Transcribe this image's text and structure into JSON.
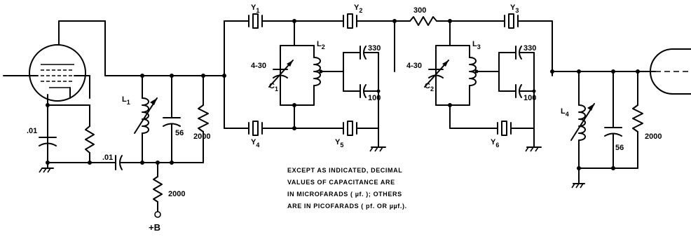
{
  "labels": {
    "y1": "Y",
    "y1_sub": "1",
    "y2": "Y",
    "y2_sub": "2",
    "y3": "Y",
    "y3_sub": "3",
    "y4": "Y",
    "y4_sub": "4",
    "y5": "Y",
    "y5_sub": "5",
    "y6": "Y",
    "y6_sub": "6",
    "l1": "L",
    "l1_sub": "1",
    "l2": "L",
    "l2_sub": "2",
    "l3": "L",
    "l3_sub": "3",
    "l4": "L",
    "l4_sub": "4",
    "c1": "C",
    "c1_sub": "1",
    "c2": "C",
    "c2_sub": "2",
    "r_series": "300",
    "trim1": "4-30",
    "trim2": "4-30",
    "cap330_1": "330",
    "cap100_1": "100",
    "cap330_2": "330",
    "cap100_2": "100",
    "cap01_left": ".01",
    "cap01_mid": ".01",
    "cap56_in": "56",
    "cap56_out": "56",
    "r2000_in": "2000",
    "r2000_b": "2000",
    "r2000_out": "2000",
    "supply": "+B"
  },
  "note_lines": [
    "EXCEPT AS INDICATED, DECIMAL",
    "VALUES OF CAPACITANCE ARE",
    "IN MICROFARADS ( µf. ); OTHERS",
    "ARE IN PICOFARADS ( pf. OR µµf.)."
  ]
}
